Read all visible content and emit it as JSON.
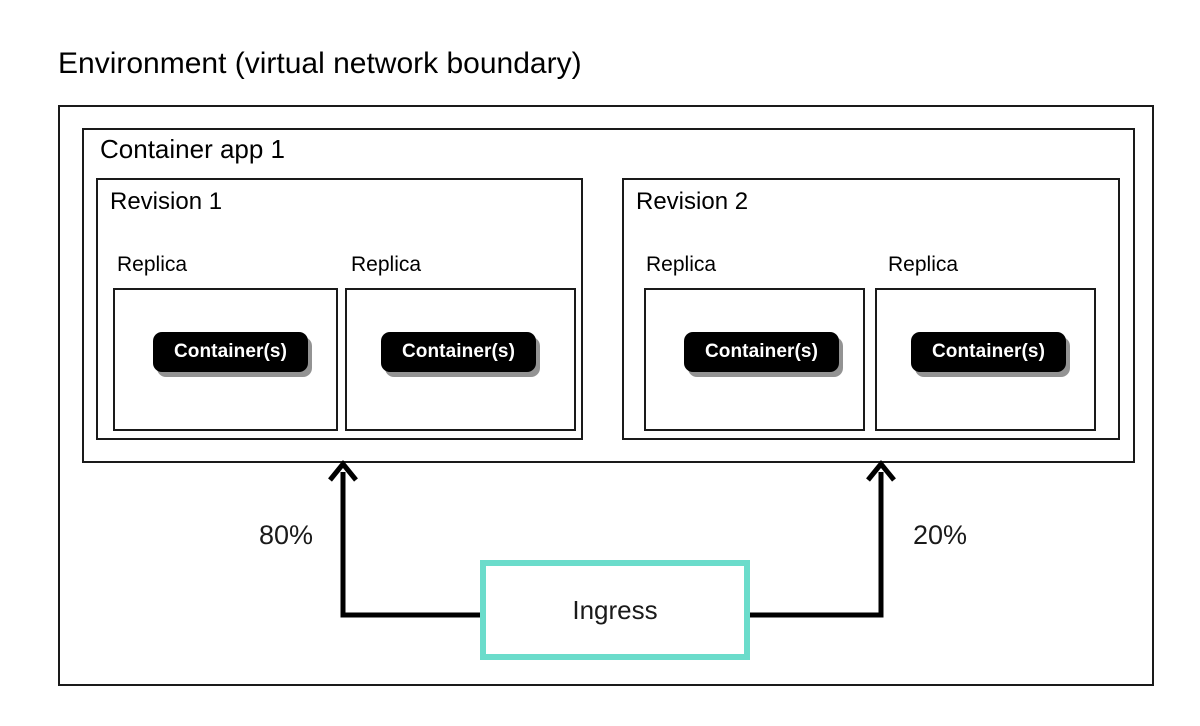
{
  "diagram": {
    "title": "Environment (virtual network boundary)",
    "app": {
      "label": "Container app 1"
    },
    "revisions": [
      {
        "label": "Revision 1",
        "traffic_percent": "80%",
        "replicas": [
          {
            "label": "Replica",
            "container_label": "Container(s)"
          },
          {
            "label": "Replica",
            "container_label": "Container(s)"
          }
        ]
      },
      {
        "label": "Revision 2",
        "traffic_percent": "20%",
        "replicas": [
          {
            "label": "Replica",
            "container_label": "Container(s)"
          },
          {
            "label": "Replica",
            "container_label": "Container(s)"
          }
        ]
      }
    ],
    "ingress": {
      "label": "Ingress"
    },
    "colors": {
      "ingress_border": "#6BDCCB",
      "box_border": "#1a1a1a",
      "container_badge_bg": "#000000",
      "container_badge_text": "#ffffff",
      "container_badge_shadow": "#808080",
      "background": "#ffffff"
    },
    "connectors": [
      {
        "name": "ingress-to-revision-1",
        "label": "80%",
        "direction": "up"
      },
      {
        "name": "ingress-to-revision-2",
        "label": "20%",
        "direction": "up"
      }
    ]
  }
}
